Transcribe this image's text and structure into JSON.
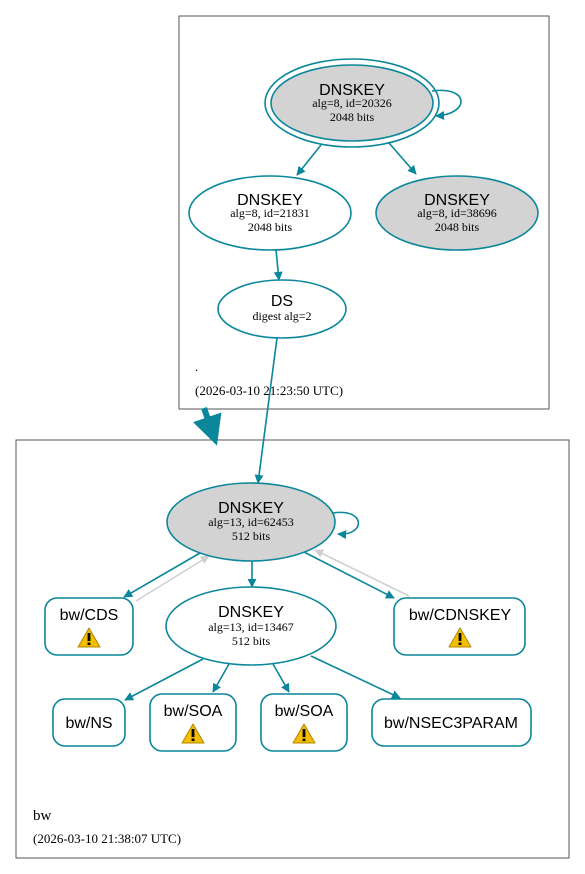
{
  "zones": {
    "root": {
      "label": ".",
      "timestamp": "(2026-03-10 21:23:50 UTC)"
    },
    "bw": {
      "label": "bw",
      "timestamp": "(2026-03-10 21:38:07 UTC)"
    }
  },
  "nodes": {
    "root_ksk": {
      "title": "DNSKEY",
      "line1": "alg=8, id=20326",
      "line2": "2048 bits"
    },
    "root_zsk_21831": {
      "title": "DNSKEY",
      "line1": "alg=8, id=21831",
      "line2": "2048 bits"
    },
    "root_key_38696": {
      "title": "DNSKEY",
      "line1": "alg=8, id=38696",
      "line2": "2048 bits"
    },
    "ds": {
      "title": "DS",
      "line1": "digest alg=2"
    },
    "bw_ksk": {
      "title": "DNSKEY",
      "line1": "alg=13, id=62453",
      "line2": "512 bits"
    },
    "bw_zsk": {
      "title": "DNSKEY",
      "line1": "alg=13, id=13467",
      "line2": "512 bits"
    },
    "cds": {
      "label": "bw/CDS"
    },
    "cdnskey": {
      "label": "bw/CDNSKEY"
    },
    "ns": {
      "label": "bw/NS"
    },
    "soa1": {
      "label": "bw/SOA"
    },
    "soa2": {
      "label": "bw/SOA"
    },
    "nsec3param": {
      "label": "bw/NSEC3PARAM"
    }
  },
  "colors": {
    "edge": "#0a879a",
    "gray_edge": "#d0d0d0",
    "filled": "#d3d3d3",
    "warning": "#f4bd02"
  }
}
